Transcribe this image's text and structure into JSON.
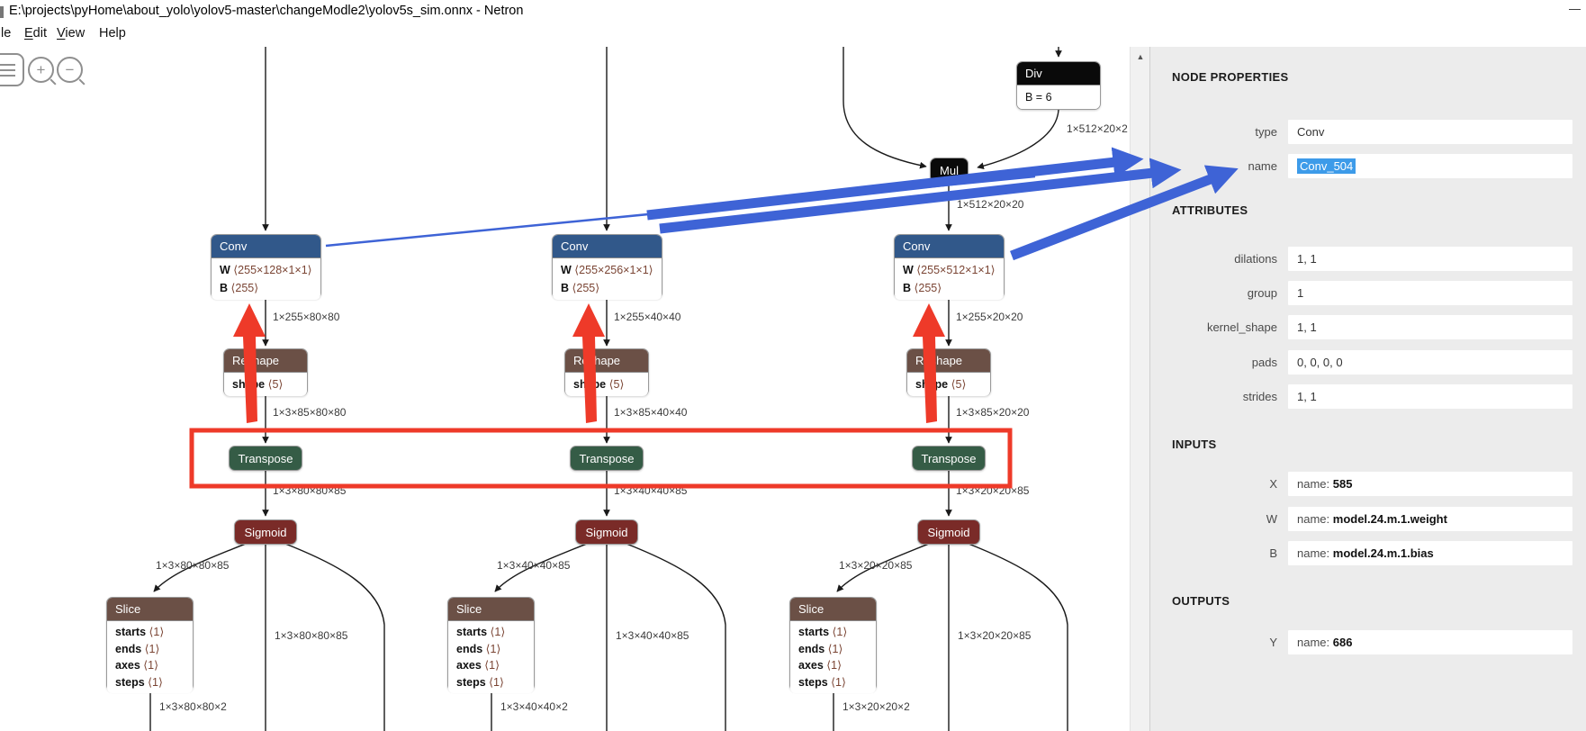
{
  "window": {
    "title": "E:\\projects\\pyHome\\about_yolo\\yolov5-master\\changeModle2\\yolov5s_sim.onnx - Netron",
    "minimize_glyph": "—"
  },
  "menu": [
    {
      "key": "file",
      "pre": "le",
      "u": "",
      "post": ""
    },
    {
      "key": "edit",
      "pre": "",
      "u": "E",
      "post": "dit"
    },
    {
      "key": "view",
      "pre": "",
      "u": "V",
      "post": "iew"
    },
    {
      "key": "help",
      "pre": "Help",
      "u": "",
      "post": ""
    }
  ],
  "toolbar": {
    "icons": [
      "menu-burger-icon",
      "zoom-in-icon",
      "zoom-out-icon"
    ],
    "zoom_in_glyph": "+",
    "zoom_out_glyph": "−"
  },
  "scrollbar": {
    "up_glyph": "▲"
  },
  "colors": {
    "conv": "#31588a",
    "reshape": "#6b5046",
    "transpose": "#355c46",
    "sigmoid": "#7a2b28",
    "basic": "#0a0a0a",
    "annotation_red": "#ee3a29",
    "annotation_blue": "#3e63d6",
    "selection": "#3d9be9",
    "edge": "#1a1a1a"
  },
  "graph": {
    "node_titles": {
      "conv": "Conv",
      "reshape": "Reshape",
      "transpose": "Transpose",
      "sigmoid": "Sigmoid",
      "slice": "Slice",
      "div": "Div",
      "mul": "Mul"
    },
    "div_body": "B = 6",
    "reshape_attr": {
      "name": "shape",
      "value": "⟨5⟩"
    },
    "slice_attrs": [
      {
        "name": "starts",
        "value": "⟨1⟩"
      },
      {
        "name": "ends",
        "value": "⟨1⟩"
      },
      {
        "name": "axes",
        "value": "⟨1⟩"
      },
      {
        "name": "steps",
        "value": "⟨1⟩"
      }
    ],
    "labels_top": {
      "div_out": "1×512×20×2",
      "mul_out": "1×512×20×20"
    },
    "conv_w_label": "W",
    "conv_b_label": "B",
    "columns": [
      {
        "conv_w": "⟨255×128×1×1⟩",
        "conv_b": "⟨255⟩",
        "conv_out": "1×255×80×80",
        "reshape_out": "1×3×85×80×80",
        "transpose_out": "1×3×80×80×85",
        "sigmoid_left": "1×3×80×80×85",
        "sigmoid_mid": "1×3×80×80×85",
        "slice_out": "1×3×80×80×2"
      },
      {
        "conv_w": "⟨255×256×1×1⟩",
        "conv_b": "⟨255⟩",
        "conv_out": "1×255×40×40",
        "reshape_out": "1×3×85×40×40",
        "transpose_out": "1×3×40×40×85",
        "sigmoid_left": "1×3×40×40×85",
        "sigmoid_mid": "1×3×40×40×85",
        "slice_out": "1×3×40×40×2"
      },
      {
        "conv_w": "⟨255×512×1×1⟩",
        "conv_b": "⟨255⟩",
        "conv_out": "1×255×20×20",
        "reshape_out": "1×3×85×20×20",
        "transpose_out": "1×3×20×20×85",
        "sigmoid_left": "1×3×20×20×85",
        "sigmoid_mid": "1×3×20×20×85",
        "slice_out": "1×3×20×20×2"
      }
    ]
  },
  "sidebar": {
    "sections": {
      "props": "NODE PROPERTIES",
      "attrs": "ATTRIBUTES",
      "inputs": "INPUTS",
      "outputs": "OUTPUTS"
    },
    "props": {
      "type_label": "type",
      "type_value": "Conv",
      "name_label": "name",
      "name_value": "Conv_504"
    },
    "attrs": [
      {
        "label": "dilations",
        "value": "1, 1"
      },
      {
        "label": "group",
        "value": "1"
      },
      {
        "label": "kernel_shape",
        "value": "1, 1"
      },
      {
        "label": "pads",
        "value": "0, 0, 0, 0"
      },
      {
        "label": "strides",
        "value": "1, 1"
      }
    ],
    "inputs": [
      {
        "label": "X",
        "prefix": "name:",
        "value": "585"
      },
      {
        "label": "W",
        "prefix": "name:",
        "value": "model.24.m.1.weight"
      },
      {
        "label": "B",
        "prefix": "name:",
        "value": "model.24.m.1.bias"
      }
    ],
    "outputs": [
      {
        "label": "Y",
        "prefix": "name:",
        "value": "686"
      }
    ]
  }
}
